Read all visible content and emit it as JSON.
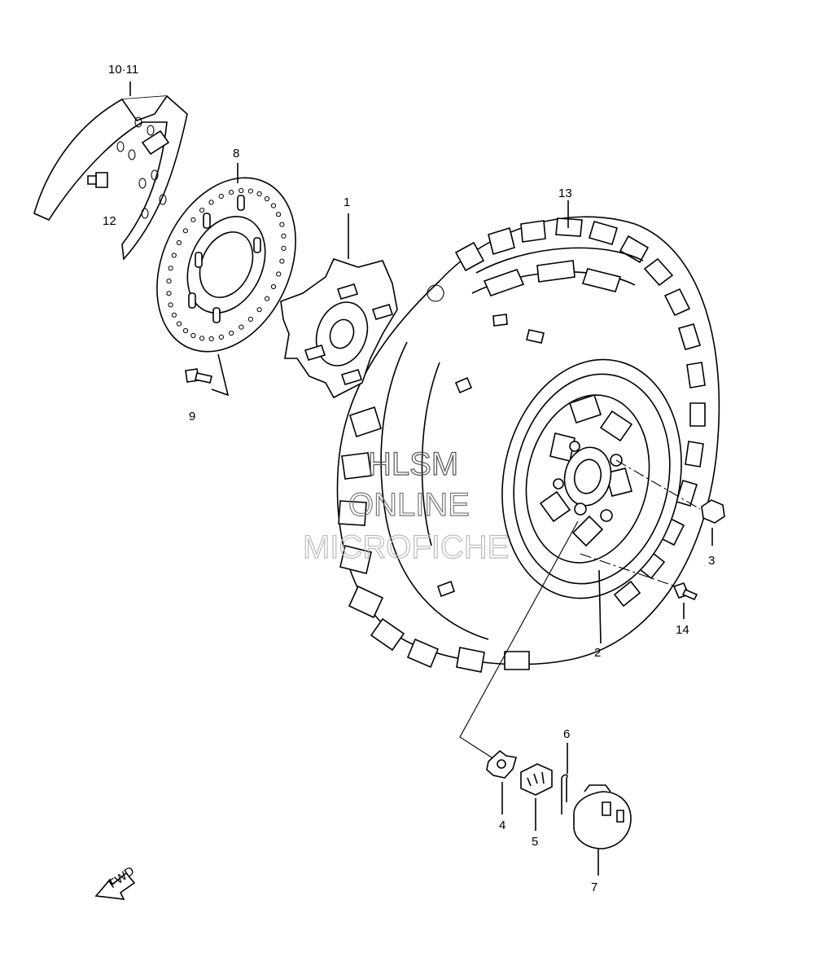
{
  "watermark": [
    "HLSM",
    "ONLINE",
    "MICROFICHE"
  ],
  "fwd_badge": "FWD",
  "callouts": {
    "c1": "1",
    "c2": "2",
    "c3": "3",
    "c4": "4",
    "c5": "5",
    "c6": "6",
    "c7": "7",
    "c8": "8",
    "c9": "9",
    "c10_11": "10·11",
    "c12": "12",
    "c13": "13",
    "c14": "14"
  }
}
